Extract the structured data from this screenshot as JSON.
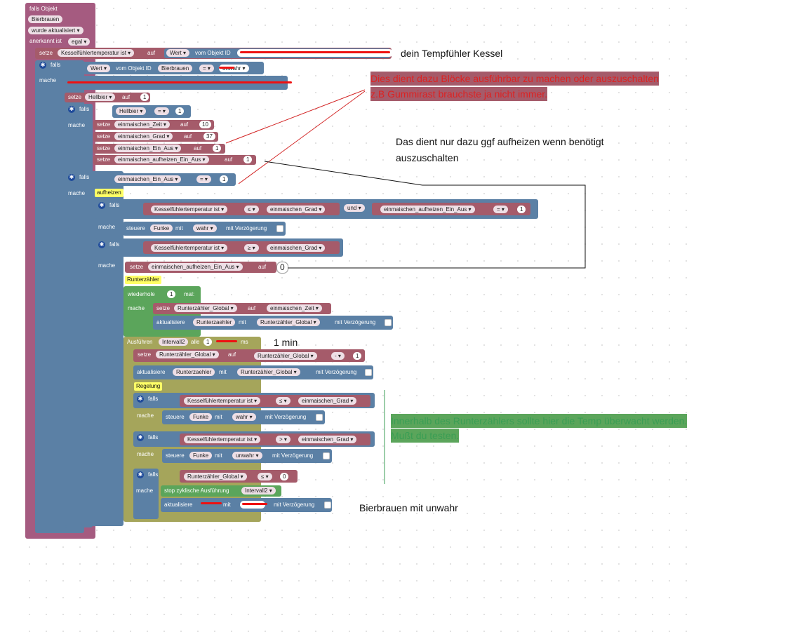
{
  "event": {
    "title": "falls Objekt",
    "object": "Bierbrauen",
    "trigger": "wurde aktualisiert",
    "ack_label": "anerkannt ist",
    "ack_value": "egal"
  },
  "set_temp": {
    "setze": "setze",
    "var": "Kesselfühlertemperatur ist",
    "auf": "auf",
    "wert": "Wert",
    "vom": "vom Objekt ID"
  },
  "kw": {
    "falls": "falls",
    "mache": "mache",
    "setze": "setze",
    "auf": "auf",
    "und": "und",
    "steuere": "steuere",
    "mit": "mit",
    "mit_verz": "mit Verzögerung",
    "aktualisiere": "aktualisiere",
    "wiederhole": "wiederhole",
    "mal": "mal:",
    "ausfuehren": "Ausführen",
    "alle": "alle",
    "ms": "ms",
    "stop": "stop zyklische Ausführung"
  },
  "if1": {
    "wert": "Wert",
    "vom": "vom Objekt ID",
    "obj": "Bierbrauen",
    "op": "=",
    "val": "unwahr"
  },
  "hellbier": {
    "var": "Hellbier",
    "val": "1",
    "op": "=",
    "cmp": "1"
  },
  "einmaischen": {
    "zeit": "einmaischen_Zeit",
    "zeit_val": "10",
    "grad": "einmaischen_Grad",
    "grad_val": "37",
    "ein_aus": "einmaischen_Ein_Aus",
    "ein_aus_val": "1",
    "aufheizen": "einmaischen_aufheizen_Ein_Aus",
    "aufheizen_val": "1",
    "ein_aus_cmp": "1",
    "ein_aus_op": "="
  },
  "aufheizen": {
    "caption": "aufheizen",
    "temp": "Kesselfühlertemperatur ist",
    "op1": "≤",
    "grad": "einmaischen_Grad",
    "var": "einmaischen_aufheizen_Ein_Aus",
    "op_eq": "=",
    "one": "1",
    "funke": "Funke",
    "wahr": "wahr",
    "op2": "≥",
    "zero": "0"
  },
  "runter": {
    "caption": "Runterzähler",
    "times": "1",
    "global": "Runterzähler_Global",
    "zeit": "einmaischen_Zeit",
    "zaehler": "Runterzaehler",
    "interval": "Intervall2",
    "every": "1",
    "minus": "-",
    "one": "1"
  },
  "regelung": {
    "caption": "Regelung",
    "temp": "Kesselfühlertemperatur ist",
    "op_le": "≤",
    "op_gt": ">",
    "grad": "einmaischen_Grad",
    "funke": "Funke",
    "wahr": "wahr",
    "unwahr": "unwahr",
    "global": "Runterzähler_Global",
    "zero": "0",
    "interval": "Intervall2"
  },
  "notes": {
    "tempfuehler": "dein Tempfühler Kessel",
    "dient_1": "Dies dient dazu Blöcke ausführbar zu machen oder auszuschalten",
    "dient_2": "z.B Gummirast brauchste ja nicht immer.",
    "aufheizen_1": "Das dient nur dazu ggf aufheizen wenn benötigt",
    "aufheizen_2": "auszuschalten",
    "one_min": "1 min",
    "runter_1": "Innerhalb des Runterzählers sollte hier die Temp überwacht werden.",
    "runter_2": "Mußt du testen.",
    "bierbrauen": "Bierbrauen mit unwahr"
  },
  "colors": {
    "event": "#a55b80",
    "logic": "#5b80a5",
    "loop": "#5ba55b",
    "timer": "#a5a55b",
    "annotation_red": "#d22222",
    "annotation_green": "#3a9e54"
  }
}
